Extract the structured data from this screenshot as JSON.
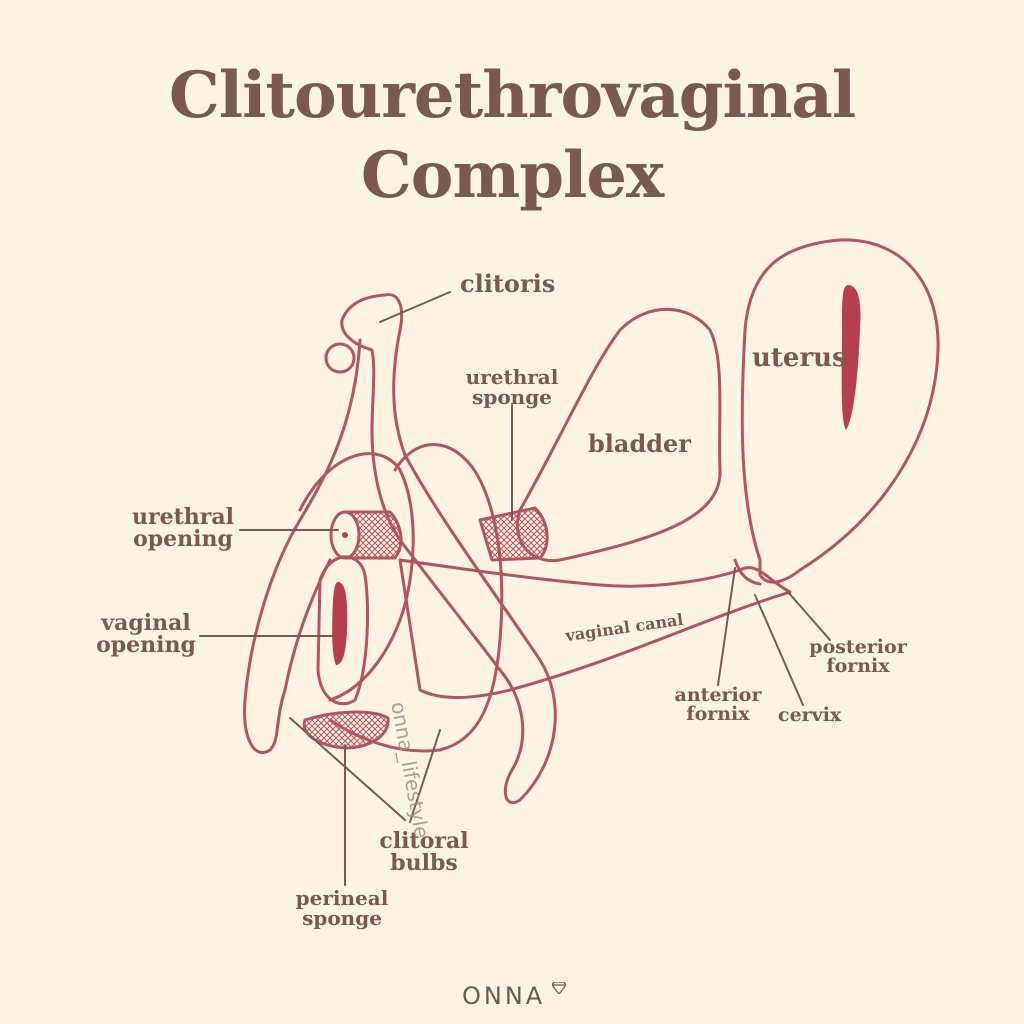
{
  "title": {
    "line1": "Clitourethrovaginal",
    "line2": "Complex"
  },
  "labels": {
    "clitoris": "clitoris",
    "urethral_sponge": [
      "urethral",
      "sponge"
    ],
    "bladder": "bladder",
    "uterus": "uterus",
    "urethral_opening": [
      "urethral",
      "opening"
    ],
    "vaginal_opening": [
      "vaginal",
      "opening"
    ],
    "vaginal_canal": "vaginal canal",
    "posterior_fornix": [
      "posterior",
      "fornix"
    ],
    "anterior_fornix": [
      "anterior",
      "fornix"
    ],
    "cervix": "cervix",
    "clitoral_bulbs": [
      "clitoral",
      "bulbs"
    ],
    "perineal_sponge": [
      "perineal",
      "sponge"
    ]
  },
  "watermark": "onna_lifestyle",
  "brand": "ONNA",
  "colors": {
    "outline": "#b35560",
    "fill_dark": "#b5404c",
    "text": "#7a5a50",
    "background": "#fdf3e1"
  }
}
